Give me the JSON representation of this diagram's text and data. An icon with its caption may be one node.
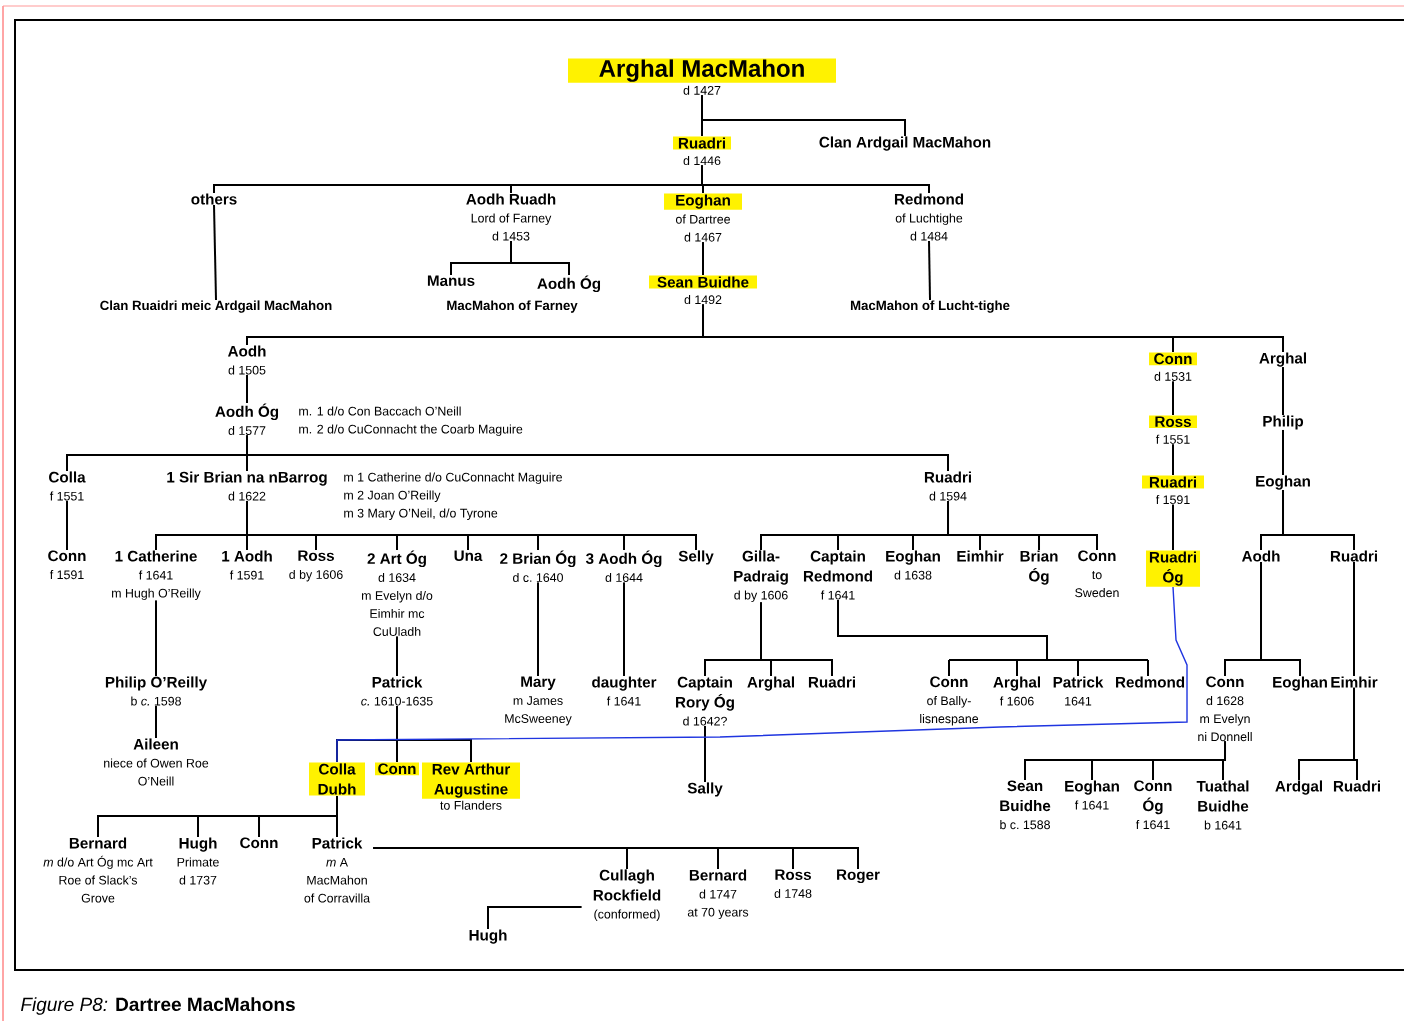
{
  "diagram": {
    "caption": "*Figure P8:* **Dartree MacMahons**",
    "nodes": [
      {
        "text": [
          "Arghal MacMahon",
          "d 1427"
        ]
      },
      {
        "text": [
          "Ruadri",
          "d 1446"
        ]
      },
      {
        "text": [
          "Clan Ardgail MacMahon"
        ]
      },
      {
        "text": [
          "others"
        ]
      },
      {
        "text": [
          "Aodh Ruadh",
          "Lord of Farney",
          "d 1453"
        ]
      },
      {
        "text": [
          "Eoghan",
          "of Dartree",
          "d 1467"
        ]
      },
      {
        "text": [
          "Redmond",
          "of Luchtighe",
          "d 1484"
        ]
      },
      {
        "text": [
          "Clan Ruaidri meic Ardgail MacMahon"
        ]
      },
      {
        "text": [
          "Manus"
        ]
      },
      {
        "text": [
          "Aodh Óg"
        ]
      },
      {
        "text": [
          "Sean Buidhe",
          "d 1492"
        ]
      },
      {
        "text": [
          "MacMahon of Lucht-tighe"
        ]
      },
      {
        "text": [
          "Aodh",
          "d 1505"
        ]
      },
      {
        "text": [
          "Conn",
          "d 1531"
        ]
      },
      {
        "text": [
          "Arghal"
        ]
      },
      {
        "text": [
          "Aodh Óg",
          "d 1577"
        ],
        "beside": [
          "m. 1 d/o Con Baccach O’Neill",
          "m. 2 d/o CuConnacht the Coarb Maguire"
        ]
      },
      {
        "text": [
          "Ross",
          "f 1551"
        ]
      },
      {
        "text": [
          "Philip"
        ]
      },
      {
        "text": [
          "Colla",
          "f 1551"
        ]
      },
      {
        "text": [
          "1 Sir Brian na nBarrog",
          "d 1622"
        ],
        "beside": [
          "m 1 Catherine d/o CuConnacht Maguire",
          "m 2 Joan O’Reilly",
          "m 3 Mary O’Neil, d/o Tyrone"
        ]
      },
      {
        "text": [
          "Ruadri",
          "d 1594"
        ]
      },
      {
        "text": [
          "Ruadri",
          "f 1591"
        ]
      },
      {
        "text": [
          "Eoghan"
        ]
      },
      {
        "text": [
          "Conn",
          "f 1591"
        ]
      },
      {
        "text": [
          "1 Catherine",
          "f 1641",
          "m Hugh O’Reilly"
        ]
      },
      {
        "text": [
          "1 Aodh",
          "f 1591"
        ]
      },
      {
        "text": [
          "Ross",
          "d by 1606"
        ]
      },
      {
        "text": [
          "2 Art Óg",
          "d 1634",
          "m Evelyn d/o Eimhir mc CuUladh"
        ]
      },
      {
        "text": [
          "Una"
        ]
      },
      {
        "text": [
          "2 Brian Óg",
          "d c. 1640"
        ]
      },
      {
        "text": [
          "3 Aodh Óg",
          "d 1644"
        ]
      },
      {
        "text": [
          "Selly"
        ]
      },
      {
        "text": [
          "Gilla-Padraig",
          "d by 1606"
        ]
      },
      {
        "text": [
          "Captain Redmond",
          "f 1641"
        ]
      },
      {
        "text": [
          "Eoghan",
          "d 1638"
        ]
      },
      {
        "text": [
          "Eimhir"
        ]
      },
      {
        "text": [
          "Brian Óg"
        ]
      },
      {
        "text": [
          "Conn",
          "to Sweden"
        ]
      },
      {
        "text": [
          "Ruadri Óg"
        ]
      },
      {
        "text": [
          "Aodh"
        ]
      },
      {
        "text": [
          "Ruadri"
        ]
      },
      {
        "text": [
          "Philip O’Reilly",
          "b *c.* 1598"
        ]
      },
      {
        "text": [
          "Patrick",
          "*c.* 1610-1635"
        ]
      },
      {
        "text": [
          "Mary",
          "m James McSweeney"
        ]
      },
      {
        "text": [
          "daughter",
          "f 1641"
        ]
      },
      {
        "text": [
          "Captain Rory Óg",
          "d 1642?"
        ]
      },
      {
        "text": [
          "Arghal"
        ]
      },
      {
        "text": [
          "Ruadri"
        ]
      },
      {
        "text": [
          "Conn",
          "of Bally-lisnespane"
        ]
      },
      {
        "text": [
          "Arghal",
          "f 1606"
        ]
      },
      {
        "text": [
          "Patrick",
          "1641"
        ]
      },
      {
        "text": [
          "Redmond"
        ]
      },
      {
        "text": [
          "Conn",
          "d 1628",
          "m Evelyn ni Donnell"
        ]
      },
      {
        "text": [
          "Eoghan"
        ]
      },
      {
        "text": [
          "Eimhir"
        ]
      },
      {
        "text": [
          "Aileen",
          "niece of Owen Roe O’Neill"
        ]
      },
      {
        "text": [
          "Colla Dubh"
        ]
      },
      {
        "text": [
          "Conn"
        ]
      },
      {
        "text": [
          "Rev Arthur Augustine",
          "to Flanders"
        ]
      },
      {
        "text": [
          "Sally"
        ]
      },
      {
        "text": [
          "Sean Buidhe",
          "b c. 1588"
        ]
      },
      {
        "text": [
          "Eoghan",
          "f 1641"
        ]
      },
      {
        "text": [
          "Conn Óg",
          "f 1641"
        ]
      },
      {
        "text": [
          "Tuathal Buidhe",
          "b 1641"
        ]
      },
      {
        "text": [
          "Ardgal"
        ]
      },
      {
        "text": [
          "Ruadri"
        ]
      },
      {
        "text": [
          "Bernard",
          "*m* d/o Art Óg mc Art Roe of Slack’s Grove"
        ]
      },
      {
        "text": [
          "Hugh",
          "Primate",
          "d 1737"
        ]
      },
      {
        "text": [
          "Conn"
        ]
      },
      {
        "text": [
          "Patrick",
          "*m* A MacMahon of Corravilla"
        ]
      },
      {
        "text": [
          "Cullagh Rockfield",
          "(conformed)"
        ]
      },
      {
        "text": [
          "Bernard",
          "d 1747",
          "at 70 years"
        ]
      },
      {
        "text": [
          "Ross",
          "d 1748"
        ]
      },
      {
        "text": [
          "Roger"
        ]
      },
      {
        "text": [
          "Hugh"
        ]
      }
    ],
    "edges": [
      {
        "from": 0,
        "to": 1,
        "arrow": "none"
      },
      {
        "from": 0,
        "to": 2,
        "arrow": "none"
      },
      {
        "from": 1,
        "to": 3,
        "arrow": "none"
      },
      {
        "from": 1,
        "to": 4,
        "arrow": "none"
      },
      {
        "from": 1,
        "to": 5,
        "arrow": "none"
      },
      {
        "from": 1,
        "to": 6,
        "arrow": "none"
      },
      {
        "from": 3,
        "to": 7,
        "arrow": "none"
      },
      {
        "from": 4,
        "to": 8,
        "arrow": "none"
      },
      {
        "from": 4,
        "to": 9,
        "arrow": "none"
      },
      {
        "from": 5,
        "to": 10,
        "arrow": "none"
      },
      {
        "from": 6,
        "to": 11,
        "arrow": "none"
      },
      {
        "from": 10,
        "to": 12,
        "arrow": "none"
      },
      {
        "from": 10,
        "to": 13,
        "arrow": "none"
      },
      {
        "from": 10,
        "to": 14,
        "arrow": "none"
      },
      {
        "from": 12,
        "to": 15,
        "arrow": "none"
      },
      {
        "from": 13,
        "to": 16,
        "arrow": "none"
      },
      {
        "from": 14,
        "to": 17,
        "arrow": "none"
      },
      {
        "from": 15,
        "to": 18,
        "arrow": "none"
      },
      {
        "from": 15,
        "to": 19,
        "arrow": "none"
      },
      {
        "from": 15,
        "to": 20,
        "arrow": "none"
      },
      {
        "from": 16,
        "to": 21,
        "arrow": "none"
      },
      {
        "from": 17,
        "to": 22,
        "arrow": "none"
      },
      {
        "from": 18,
        "to": 23,
        "arrow": "none"
      },
      {
        "from": 19,
        "to": 24,
        "arrow": "none"
      },
      {
        "from": 19,
        "to": 25,
        "arrow": "none"
      },
      {
        "from": 19,
        "to": 26,
        "arrow": "none"
      },
      {
        "from": 19,
        "to": 27,
        "arrow": "none"
      },
      {
        "from": 19,
        "to": 28,
        "arrow": "none"
      },
      {
        "from": 19,
        "to": 29,
        "arrow": "none"
      },
      {
        "from": 19,
        "to": 30,
        "arrow": "none"
      },
      {
        "from": 19,
        "to": 31,
        "arrow": "none"
      },
      {
        "from": 20,
        "to": 32,
        "arrow": "none"
      },
      {
        "from": 20,
        "to": 33,
        "arrow": "none"
      },
      {
        "from": 20,
        "to": 34,
        "arrow": "none"
      },
      {
        "from": 20,
        "to": 35,
        "arrow": "none"
      },
      {
        "from": 20,
        "to": 36,
        "arrow": "none"
      },
      {
        "from": 20,
        "to": 37,
        "arrow": "none"
      },
      {
        "from": 21,
        "to": 38,
        "arrow": "none"
      },
      {
        "from": 22,
        "to": 39,
        "arrow": "none"
      },
      {
        "from": 22,
        "to": 40,
        "arrow": "none"
      },
      {
        "from": 24,
        "to": 41,
        "arrow": "none"
      },
      {
        "from": 27,
        "to": 42,
        "arrow": "none"
      },
      {
        "from": 29,
        "to": 43,
        "arrow": "none"
      },
      {
        "from": 30,
        "to": 44,
        "arrow": "none"
      },
      {
        "from": 32,
        "to": 45,
        "arrow": "none"
      },
      {
        "from": 32,
        "to": 46,
        "arrow": "none"
      },
      {
        "from": 32,
        "to": 47,
        "arrow": "none"
      },
      {
        "from": 33,
        "to": 48,
        "arrow": "none"
      },
      {
        "from": 33,
        "to": 49,
        "arrow": "none"
      },
      {
        "from": 33,
        "to": 50,
        "arrow": "none"
      },
      {
        "from": 33,
        "to": 51,
        "arrow": "none"
      },
      {
        "from": 39,
        "to": 52,
        "arrow": "none"
      },
      {
        "from": 39,
        "to": 53,
        "arrow": "none"
      },
      {
        "from": 40,
        "to": 54,
        "arrow": "none"
      },
      {
        "from": 41,
        "to": 55,
        "arrow": "none"
      },
      {
        "from": 42,
        "to": 56,
        "arrow": "none"
      },
      {
        "from": 42,
        "to": 57,
        "arrow": "none"
      },
      {
        "from": 42,
        "to": 58,
        "arrow": "none"
      },
      {
        "from": 45,
        "to": 59,
        "arrow": "none"
      },
      {
        "from": 52,
        "to": 60,
        "arrow": "none"
      },
      {
        "from": 52,
        "to": 61,
        "arrow": "none"
      },
      {
        "from": 52,
        "to": 62,
        "arrow": "none"
      },
      {
        "from": 52,
        "to": 63,
        "arrow": "none"
      },
      {
        "from": 54,
        "to": 64,
        "arrow": "none"
      },
      {
        "from": 54,
        "to": 65,
        "arrow": "none"
      },
      {
        "from": 56,
        "to": 66,
        "arrow": "none"
      },
      {
        "from": 56,
        "to": 67,
        "arrow": "none"
      },
      {
        "from": 56,
        "to": 68,
        "arrow": "none"
      },
      {
        "from": 56,
        "to": 69,
        "arrow": "none"
      },
      {
        "from": 69,
        "to": 70,
        "arrow": "none"
      },
      {
        "from": 69,
        "to": 71,
        "arrow": "none"
      },
      {
        "from": 69,
        "to": 72,
        "arrow": "none"
      },
      {
        "from": 69,
        "to": 73,
        "arrow": "none"
      },
      {
        "from": 70,
        "to": 74,
        "arrow": "none"
      },
      {
        "from": 38,
        "to": 56,
        "arrow": "none",
        "color": "#1f35e0"
      }
    ],
    "labels": [
      "MacMahon of Farney"
    ]
  }
}
